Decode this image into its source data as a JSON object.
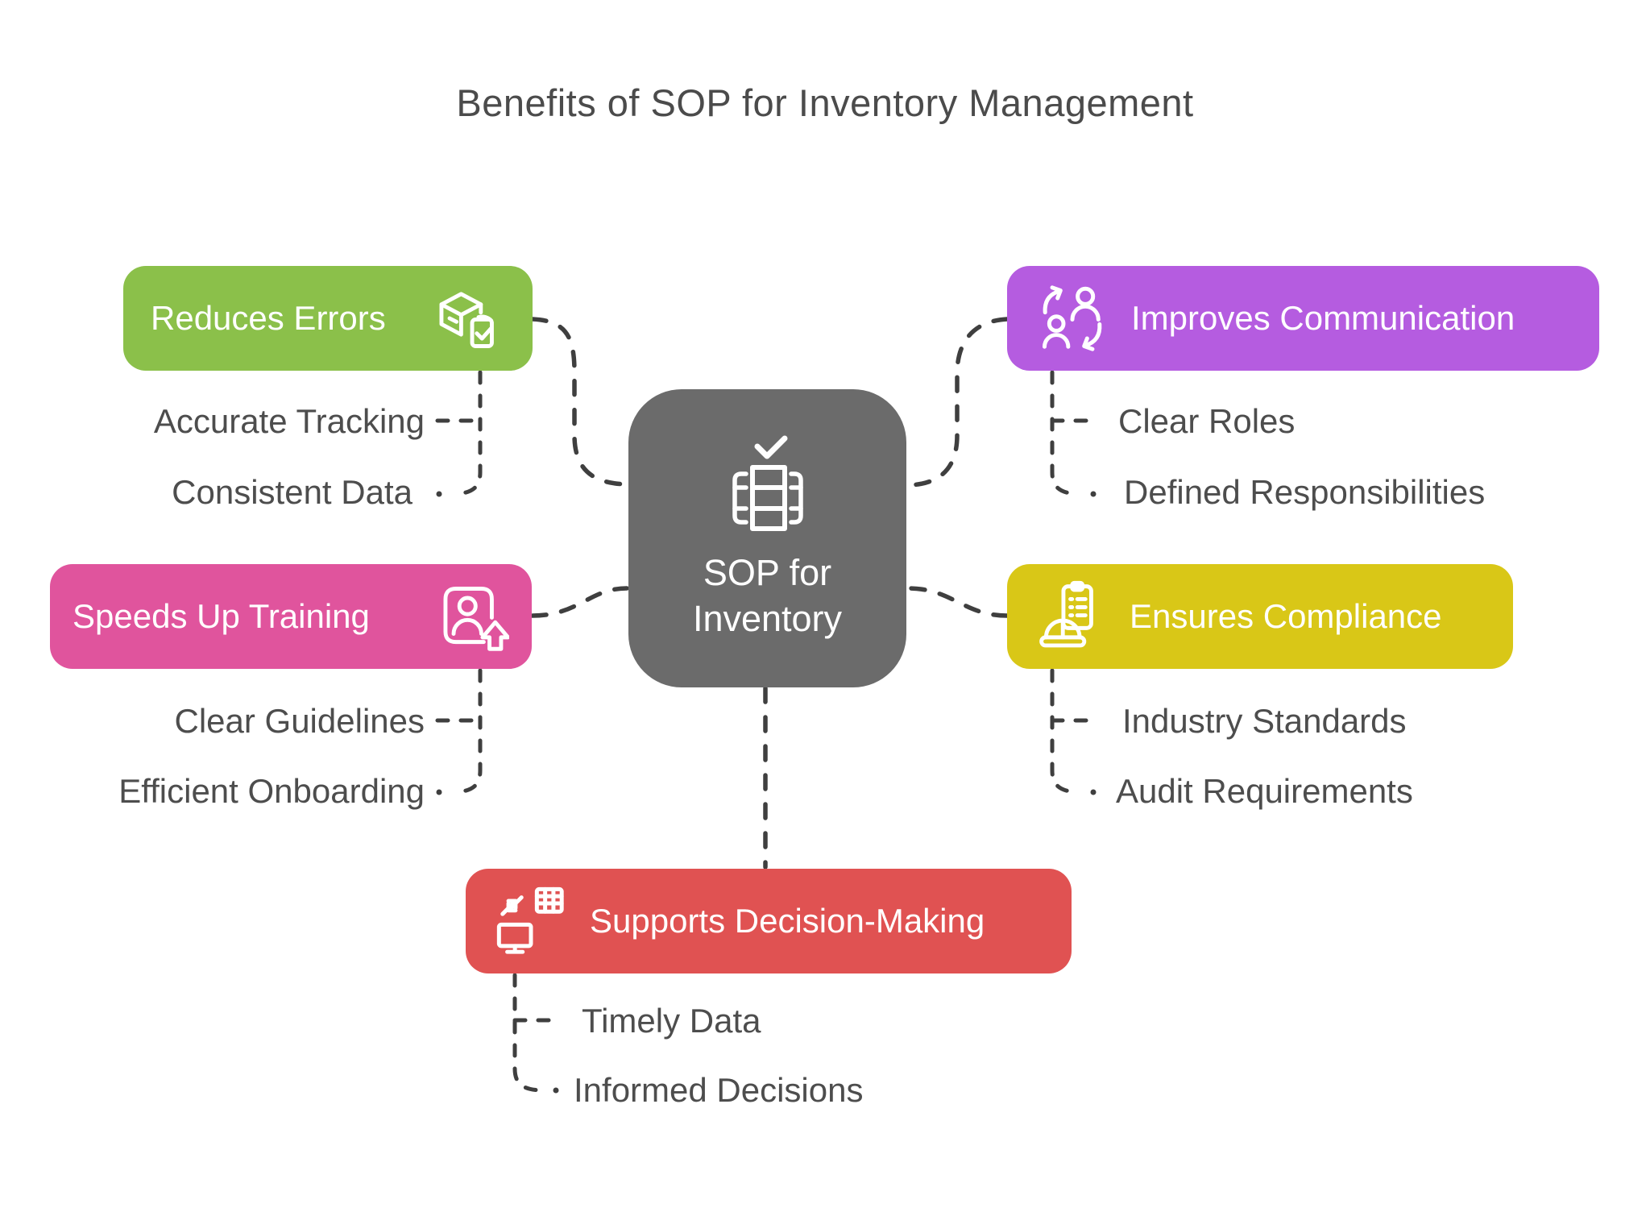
{
  "title": "Benefits of SOP for Inventory Management",
  "center": {
    "line1": "SOP for",
    "line2": "Inventory",
    "color": "#6b6b6b",
    "icon": "inventory-rack-check-icon"
  },
  "branches": [
    {
      "label": "Reduces Errors",
      "color": "#8bc04a",
      "icon": "package-scan-check-icon",
      "children": [
        "Accurate Tracking",
        "Consistent Data"
      ]
    },
    {
      "label": "Improves Communication",
      "color": "#b55ce0",
      "icon": "people-exchange-icon",
      "children": [
        "Clear Roles",
        "Defined Responsibilities"
      ]
    },
    {
      "label": "Speeds Up Training",
      "color": "#e0549d",
      "icon": "trainee-badge-up-icon",
      "children": [
        "Clear Guidelines",
        "Efficient Onboarding"
      ]
    },
    {
      "label": "Ensures Compliance",
      "color": "#d9c717",
      "icon": "hardhat-clipboard-icon",
      "children": [
        "Industry Standards",
        "Audit Requirements"
      ]
    },
    {
      "label": "Supports Decision-Making",
      "color": "#e05252",
      "icon": "monitor-data-sync-icon",
      "children": [
        "Timely Data",
        "Informed Decisions"
      ]
    }
  ],
  "colors": {
    "background": "#ffffff",
    "center_node": "#6b6b6b",
    "connector": "#3f3f3f",
    "leaf_text": "#4d4d4d",
    "box_text": "#ffffff"
  }
}
